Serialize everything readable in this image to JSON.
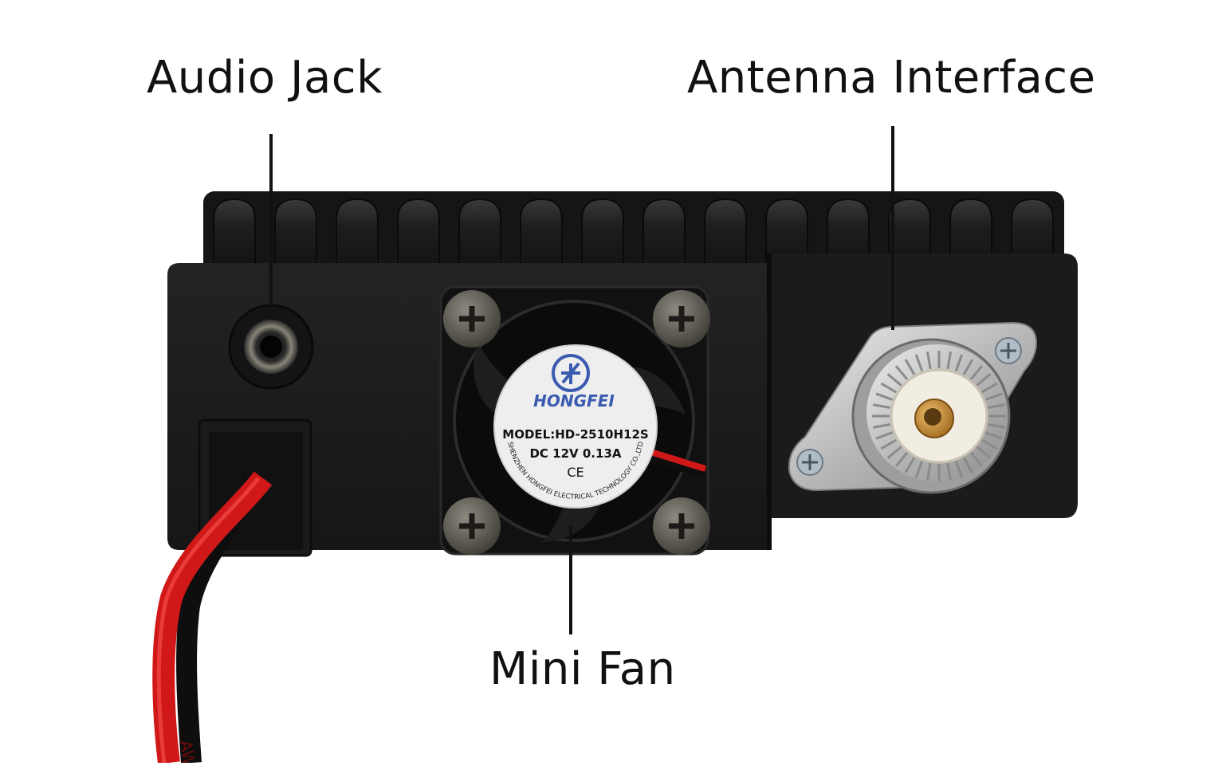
{
  "callouts": {
    "audio_jack": "Audio Jack",
    "antenna_interface": "Antenna Interface",
    "mini_fan": "Mini Fan"
  },
  "fan_label": {
    "brand": "HONGFEI",
    "model": "MODEL:HD-2510H12S",
    "rating": "DC 12V 0.13A",
    "mark": "CE",
    "maker": "SHENZHEN HONGFEI ELECTRICAL TECHNOLOGY CO.,LTD"
  },
  "cable_print": "AWG",
  "colors": {
    "body": "#1c1c1c",
    "heatsink": "#202020",
    "wire_red": "#d01818",
    "wire_black": "#0e0e0e",
    "brand_blue": "#3a5bb0",
    "connector_metal": "#c9c9c9",
    "connector_insulator": "#f2ede2",
    "pin_gold": "#c88a2a"
  },
  "icons": [
    "hongfei-logo-icon",
    "screw-icon",
    "fan-icon",
    "audio-jack-icon",
    "so239-connector-icon"
  ]
}
